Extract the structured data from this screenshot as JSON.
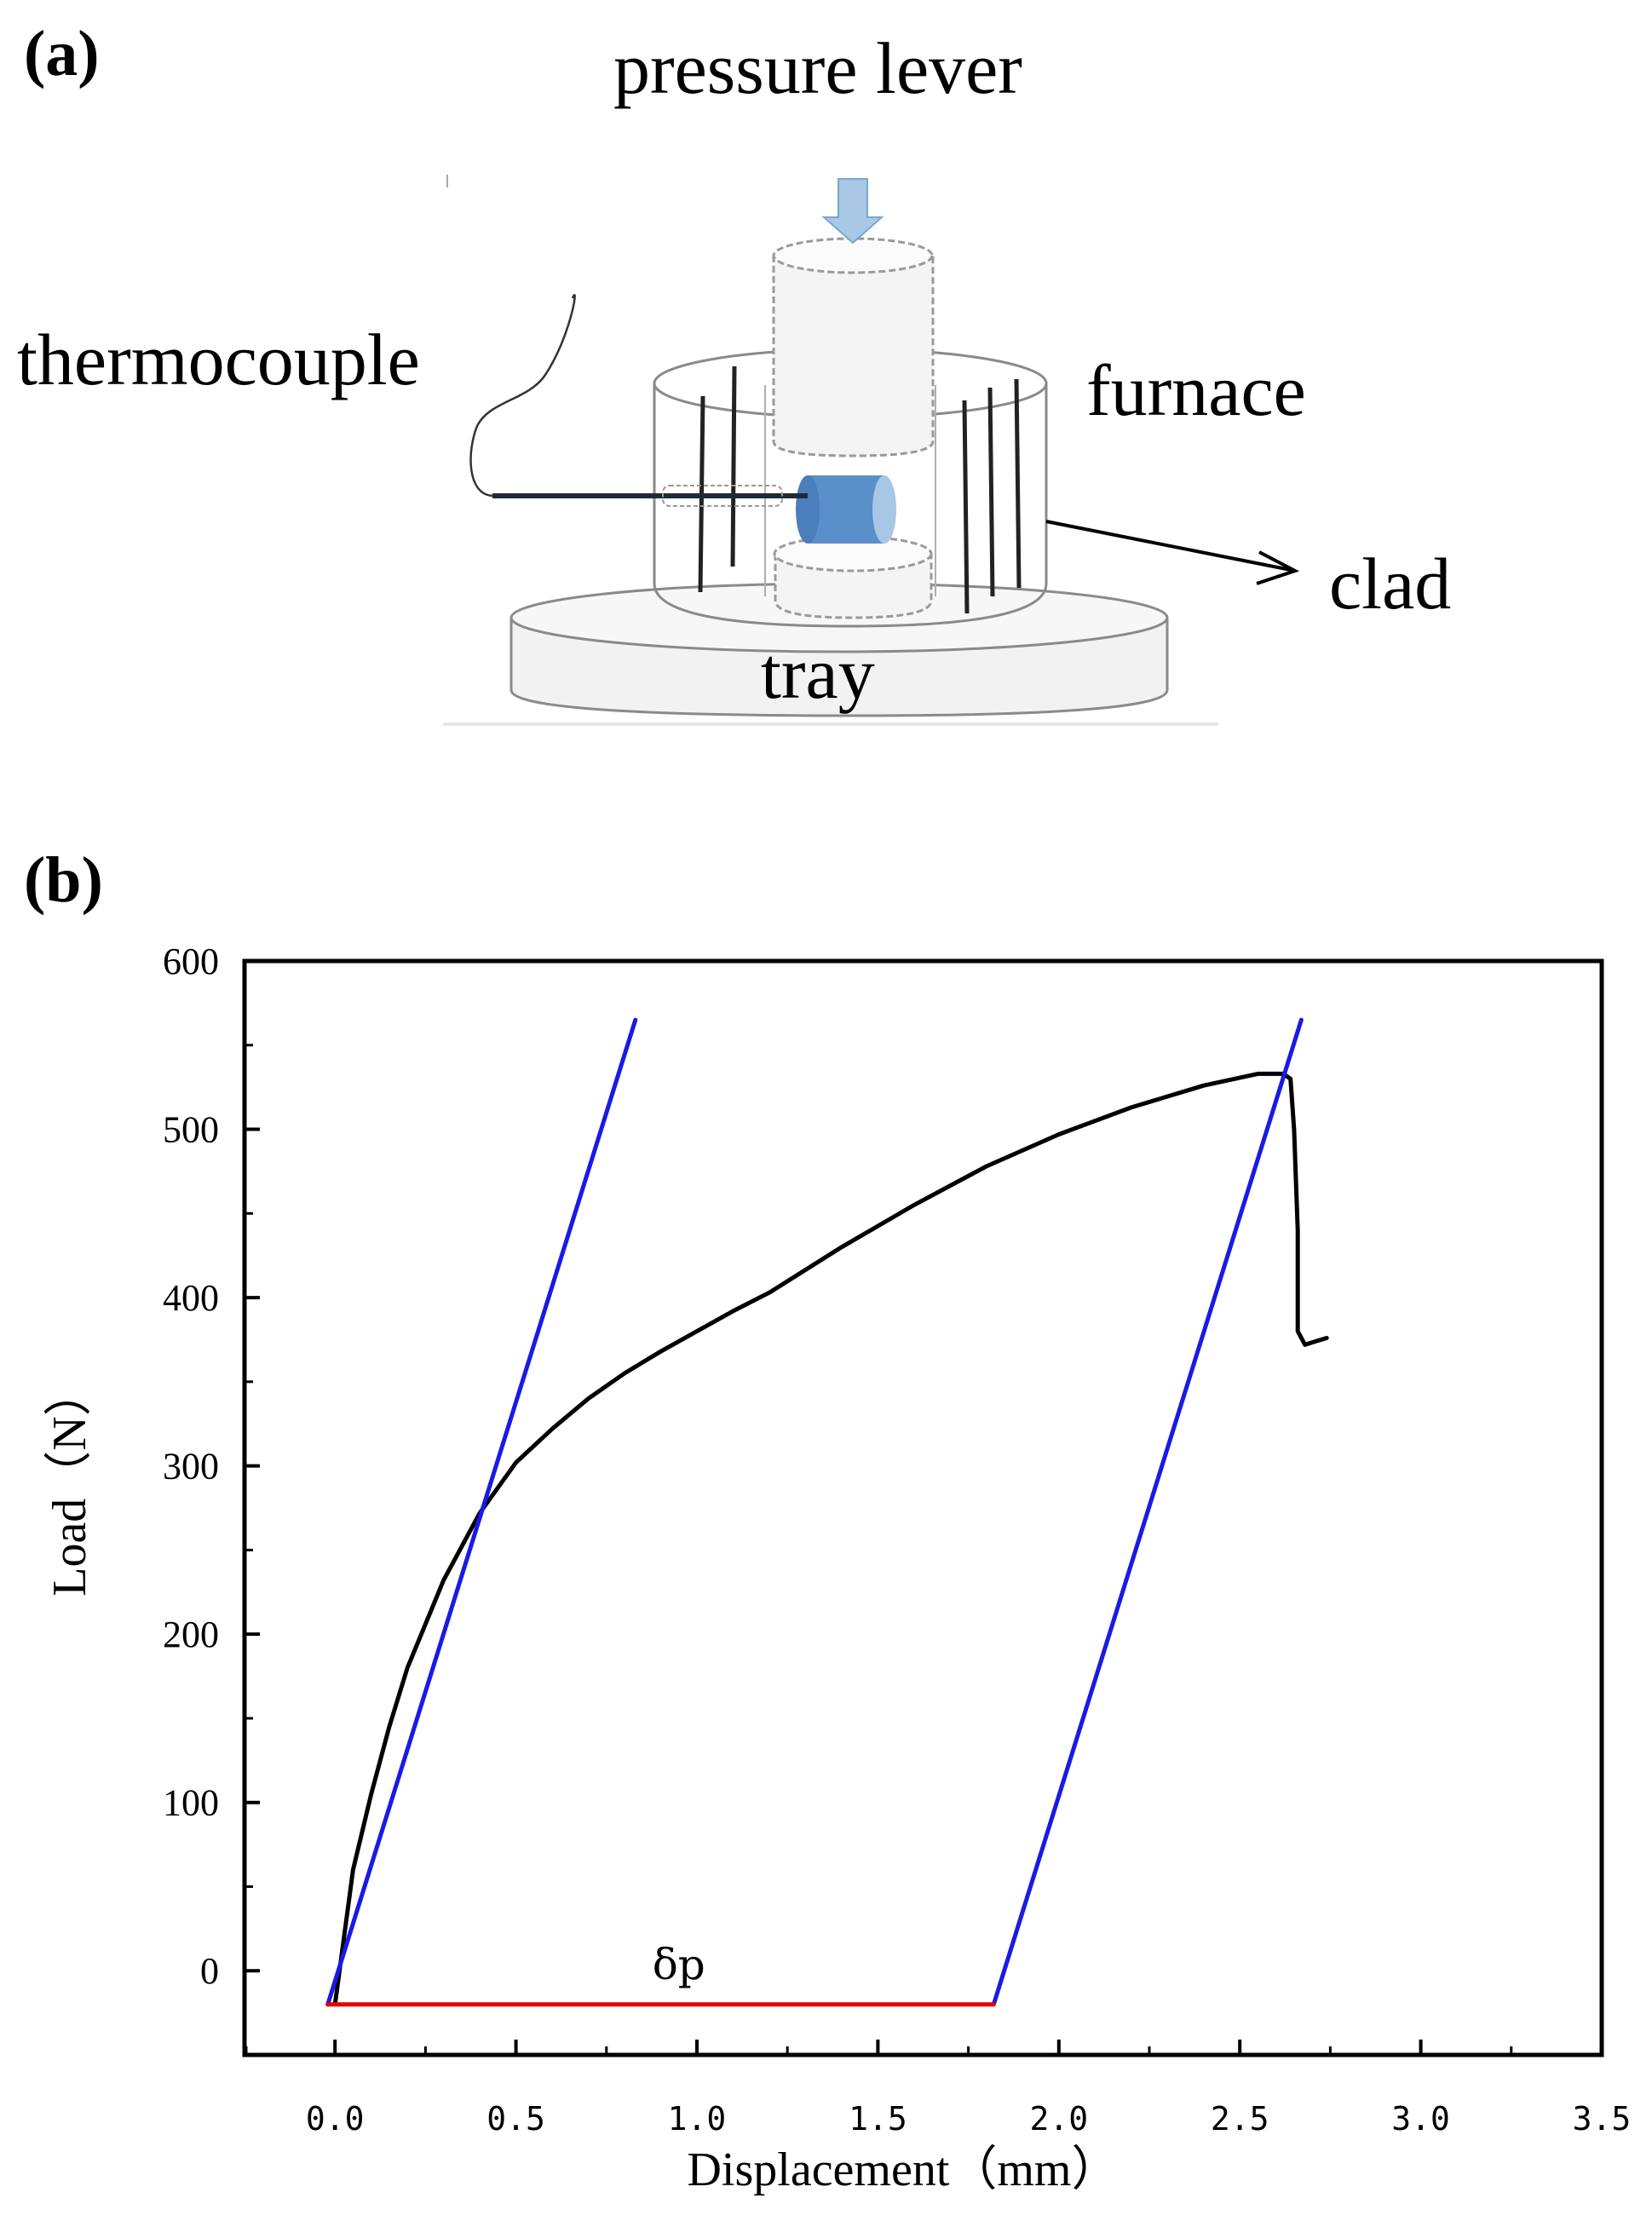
{
  "panels": {
    "a_label": "(a)",
    "b_label": "(b)"
  },
  "diagram": {
    "labels": {
      "pressure_lever": "pressure lever",
      "thermocouple": "thermocouple",
      "furnace": "furnace",
      "clad": "clad",
      "tray": "tray"
    },
    "colors": {
      "arrow": "#a9c8e6",
      "specimen": "#5b8fc9",
      "outline": "#8a8a8a"
    }
  },
  "chart_data": {
    "type": "line",
    "xlabel": "Displacement（mm）",
    "ylabel": "Load（N）",
    "xlim": [
      -0.25,
      3.5
    ],
    "ylim": [
      -50,
      600
    ],
    "xticks": [
      0.0,
      0.5,
      1.0,
      1.5,
      2.0,
      2.5,
      3.0,
      3.5
    ],
    "xtick_labels": [
      "0.0",
      "0.5",
      "1.0",
      "1.5",
      "2.0",
      "2.5",
      "3.0",
      "3.5"
    ],
    "yticks": [
      0,
      100,
      200,
      300,
      400,
      500,
      600
    ],
    "ytick_labels": [
      "0",
      "100",
      "200",
      "300",
      "400",
      "500",
      "600"
    ],
    "grid": false,
    "series": [
      {
        "color": "#000000",
        "x": [
          0.0,
          0.05,
          0.1,
          0.15,
          0.2,
          0.3,
          0.4,
          0.5,
          0.6,
          0.7,
          0.8,
          0.9,
          1.0,
          1.1,
          1.2,
          1.4,
          1.6,
          1.8,
          2.0,
          2.2,
          2.4,
          2.55,
          2.62,
          2.64,
          2.65,
          2.66,
          2.66,
          2.68,
          2.71,
          2.74
        ],
        "y": [
          -20,
          60,
          105,
          145,
          180,
          232,
          272,
          302,
          322,
          340,
          355,
          368,
          380,
          392,
          403,
          430,
          455,
          478,
          497,
          513,
          526,
          533,
          533,
          530,
          500,
          440,
          380,
          372,
          374,
          376
        ]
      },
      {
        "color": "#1a1ae6",
        "x": [
          -0.02,
          0.83
        ],
        "y": [
          -20,
          565
        ]
      },
      {
        "color": "#1a1ae6",
        "x": [
          1.82,
          2.67
        ],
        "y": [
          -20,
          565
        ]
      },
      {
        "color": "#e60000",
        "x": [
          -0.02,
          1.82
        ],
        "y": [
          -20,
          -20
        ]
      }
    ],
    "annotations": [
      {
        "text": "δp",
        "x": 0.95,
        "y": -5
      }
    ]
  }
}
